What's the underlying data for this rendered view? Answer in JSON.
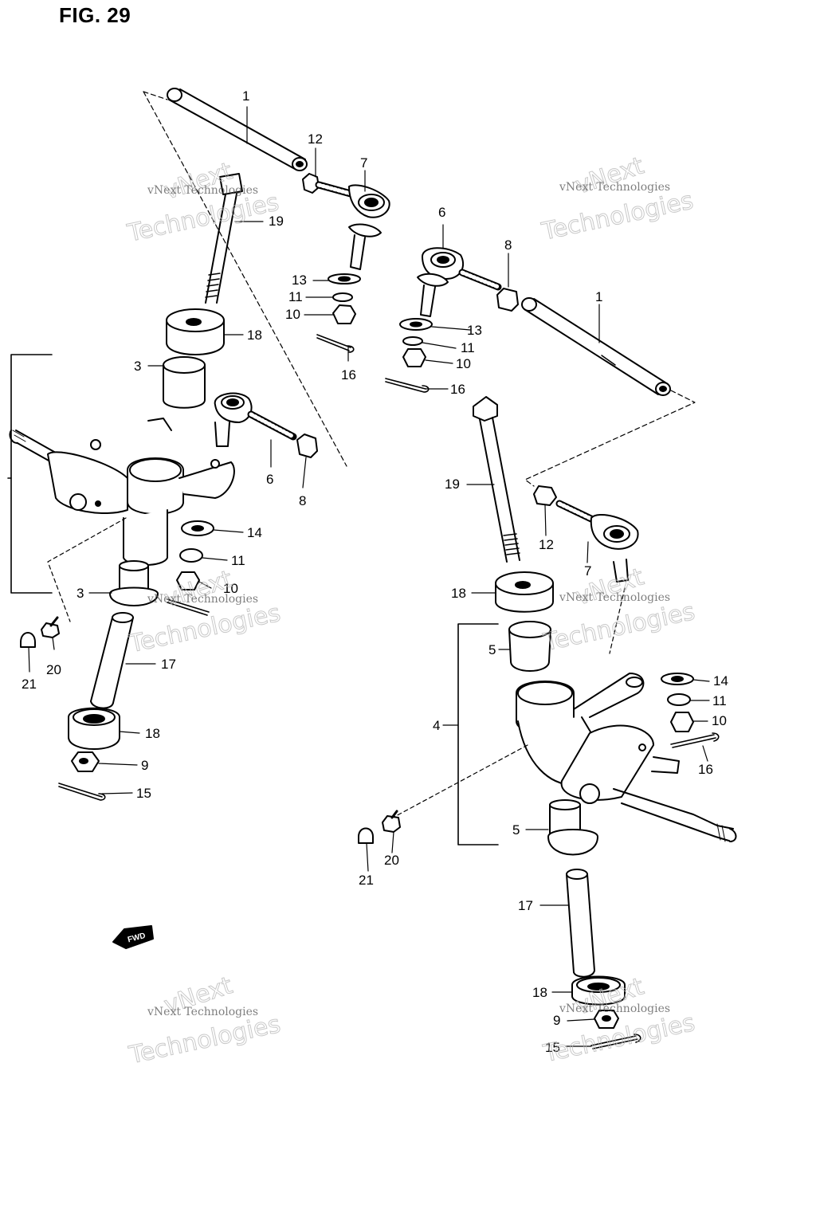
{
  "figure": {
    "title": "FIG. 29"
  },
  "watermark": {
    "line1": "vNext Technologies",
    "line2": "Technologies",
    "line3": "vNext"
  },
  "fwd_label": "FWD",
  "callouts_left": [
    "1",
    "12",
    "7",
    "19",
    "13",
    "11",
    "10",
    "16",
    "18",
    "3",
    "6",
    "8",
    "14",
    "11",
    "10",
    "3",
    "20",
    "21",
    "17",
    "18",
    "9",
    "15"
  ],
  "callouts_right": [
    "6",
    "8",
    "1",
    "13",
    "11",
    "10",
    "16",
    "19",
    "12",
    "7",
    "18",
    "5",
    "4",
    "14",
    "11",
    "10",
    "16",
    "5",
    "20",
    "21",
    "17",
    "18",
    "9",
    "15"
  ]
}
